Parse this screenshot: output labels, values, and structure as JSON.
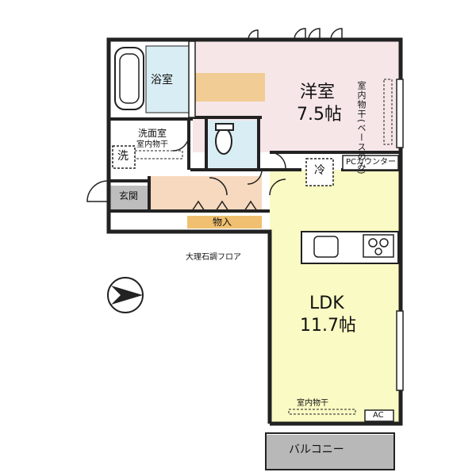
{
  "colors": {
    "wall": "#222222",
    "western_room": "#f6e6e8",
    "ldk": "#fafac4",
    "bath": "#d9eef4",
    "entry_hall": "#f6d9bf",
    "storage_strip": "#f0c070",
    "balcony": "#b8b8b8",
    "entrance": "#bdbdbd"
  },
  "rooms": {
    "bath": "浴室",
    "washroom": "洗面室",
    "washroom_drying": "室内物干",
    "washer": "洗",
    "entrance": "玄関",
    "storage": "物入",
    "western_room_name": "洋室",
    "western_room_size": "7.5帖",
    "western_room_drying": "室内物干(ベースのみ)",
    "pc_counter": "PCカウンター",
    "fridge": "冷",
    "ldk_name": "LDK",
    "ldk_size": "11.7帖",
    "ldk_drying": "室内物干",
    "ac": "AC",
    "balcony": "バルコニー"
  },
  "annotations": {
    "marble_floor": "大理石調フロア"
  },
  "compass": {
    "icon": "north-arrow-icon",
    "direction": "right"
  }
}
